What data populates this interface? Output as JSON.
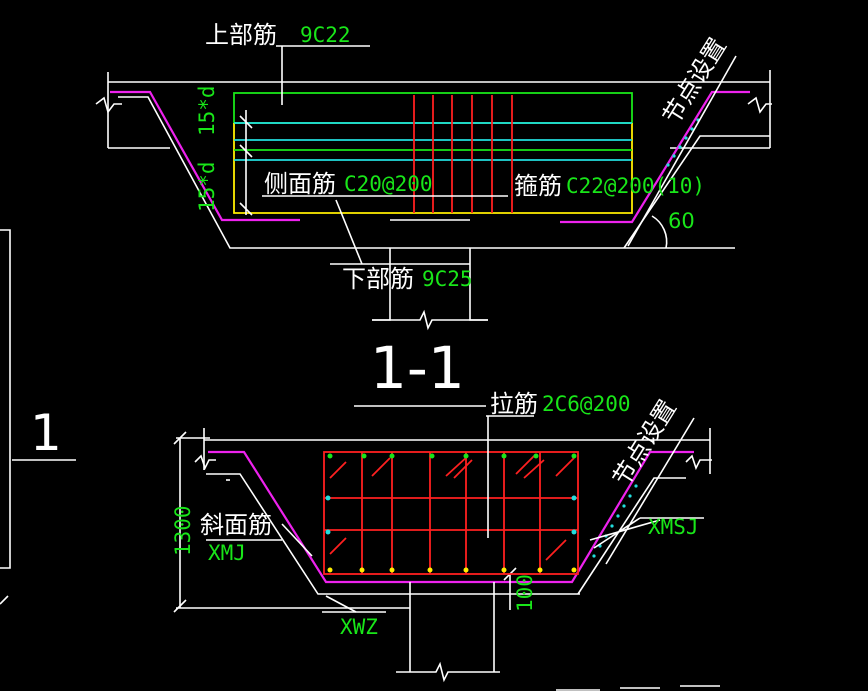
{
  "title": {
    "section": "1-1"
  },
  "left_view": {
    "label": "1"
  },
  "section1": {
    "top_bar_label": "上部筋",
    "top_bar_value": "9C22",
    "side_bar_label": "侧面筋",
    "side_bar_value": "C20@200",
    "stirrup_label": "箍筋",
    "stirrup_value": "C22@200(10)",
    "bottom_bar_label": "下部筋",
    "bottom_bar_value": "9C25",
    "angle": "60",
    "node_label": "节点设置",
    "dim_upper": "15*d",
    "dim_lower": "15*d"
  },
  "section2": {
    "tie_label": "拉筋",
    "tie_value": "2C6@200",
    "incline_label": "斜面筋",
    "incline_code": "XMJ",
    "xwz": "XWZ",
    "xmsj": "XMSJ",
    "dim_height": "1300",
    "dim_cover": "100",
    "node_label": "节点设置"
  },
  "colors": {
    "background": "#000000",
    "line_white": "#ffffff",
    "green": "#19e619",
    "cyan": "#22dddd",
    "red": "#ff2020",
    "yellow": "#ffee00",
    "magenta": "#ee22ee"
  }
}
